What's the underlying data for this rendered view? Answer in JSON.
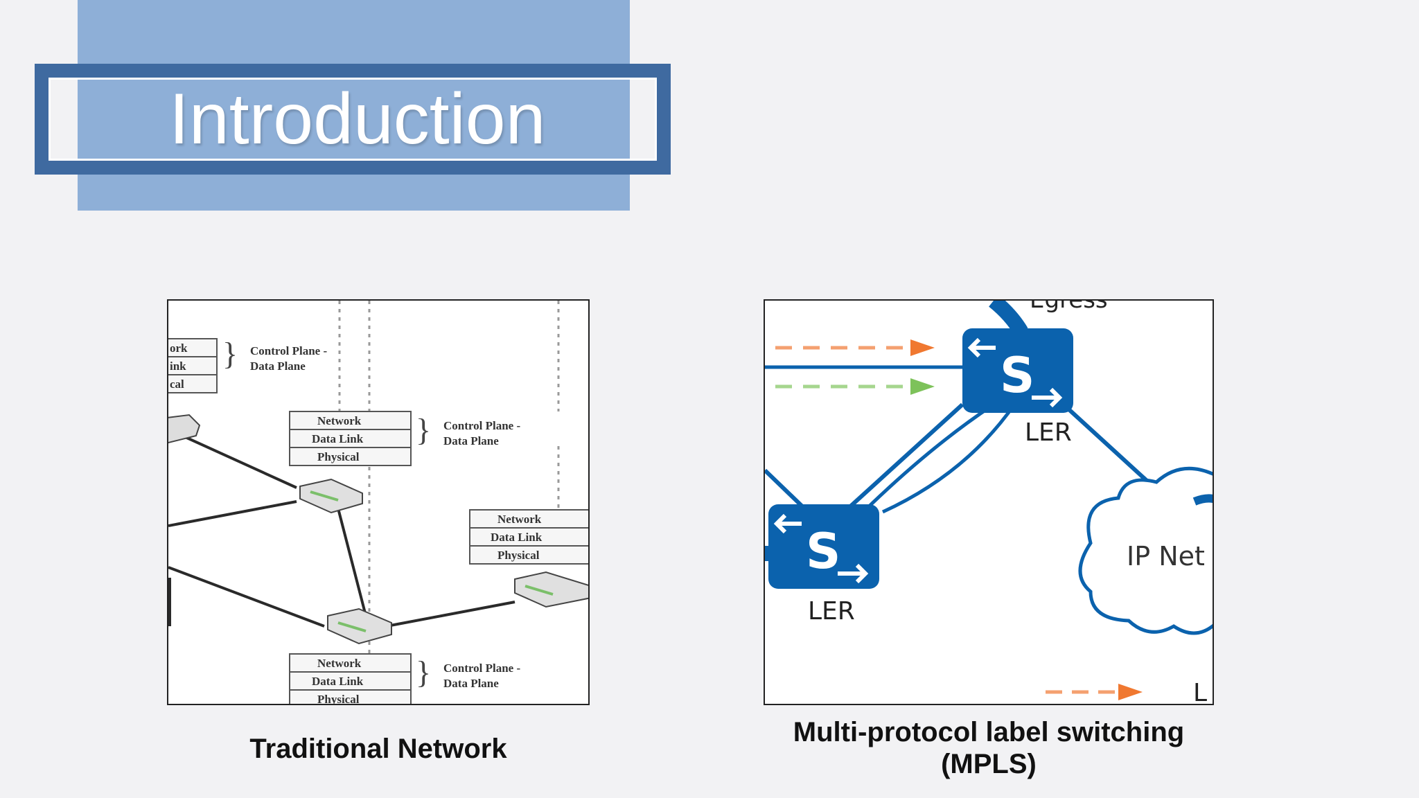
{
  "slide": {
    "title": "Introduction",
    "left_caption": "Traditional Network",
    "right_caption_line1": "Multi-protocol label switching",
    "right_caption_line2": "(MPLS)"
  },
  "traditional_network": {
    "stack_layers": [
      "Network",
      "Data Link",
      "Physical"
    ],
    "partial_layers_top": [
      "ork",
      "ink",
      "cal"
    ],
    "annotation_line1": "Control Plane -",
    "annotation_line2": "Data Plane"
  },
  "mpls": {
    "router_letter": "S",
    "router_label": "LER",
    "top_label_fragment": "Egress",
    "cloud_label": "IP Net",
    "bottom_label_fragment": "L",
    "colors": {
      "router_blue": "#0b62ad",
      "orange": "#f07830",
      "green": "#7dc25a"
    }
  },
  "colors": {
    "title_band": "#8eafd7",
    "title_frame": "#3f6aa0",
    "background": "#f2f2f4"
  }
}
